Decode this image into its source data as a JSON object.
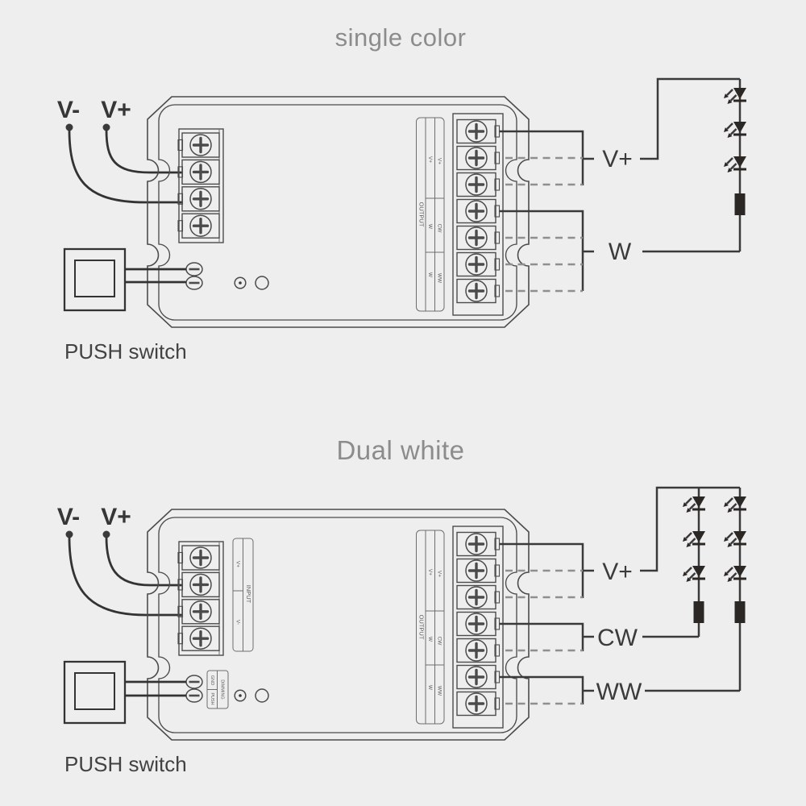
{
  "colors": {
    "background": "#eeeeef",
    "line": "#3a3a3a",
    "dashed_wire": "#8f8f8f",
    "title_text": "#8c8c8c",
    "label_text": "#363636"
  },
  "s1": {
    "title": "single color",
    "input_labels": {
      "v_minus": "V-",
      "v_plus": "V+"
    },
    "push_switch": "PUSH switch",
    "output_plate": {
      "group": "OUTPUT",
      "col_a": [
        "V+",
        "W",
        "W"
      ],
      "col_b": [
        "V+",
        "CW",
        "WW"
      ]
    },
    "wire_labels": {
      "v_plus": "V+",
      "w": "W"
    },
    "led_strings": 1,
    "leds_per_string": 3
  },
  "s2": {
    "title": "Dual white",
    "input_labels": {
      "v_minus": "V-",
      "v_plus": "V+"
    },
    "push_switch": "PUSH switch",
    "input_plate": {
      "group": "INPUT",
      "labels": [
        "V+",
        "V-"
      ]
    },
    "dim_plate": {
      "group": "DIMMING",
      "labels": [
        "GND",
        "PUSH"
      ]
    },
    "output_plate": {
      "group": "OUTPUT",
      "col_a": [
        "V+",
        "W",
        "W"
      ],
      "col_b": [
        "V+",
        "CW",
        "WW"
      ]
    },
    "wire_labels": {
      "v_plus": "V+",
      "cw": "CW",
      "ww": "WW"
    },
    "led_strings": 2,
    "leds_per_string": 3
  }
}
